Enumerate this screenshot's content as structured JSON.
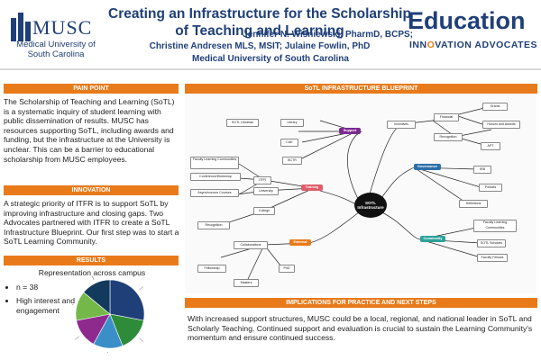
{
  "header": {
    "musc_logo_word": "MUSC",
    "musc_logo_sub": "Medical University of South Carolina",
    "title": "Creating an Infrastructure for the Scholarship of Teaching and Learning",
    "authors_line1": "Jennifer N. Wisniewski, PharmD, BCPS;",
    "authors_line2": "Christine Andresen MLS, MSIT; Julaine Fowlin, PhD",
    "affiliation": "Medical University of South Carolina",
    "edu_logo_word": "Education",
    "edu_logo_sub_a": "INN",
    "edu_logo_sub_o": "O",
    "edu_logo_sub_b": "VATION ADVOCATES"
  },
  "colors": {
    "navy": "#1f3f78",
    "orange": "#e87a1a"
  },
  "pain_point": {
    "heading": "PAIN POINT",
    "text": "The Scholarship of Teaching and Learning (SoTL) is a systematic inquiry of student learning with public dissemination of results. MUSC has resources supporting SoTL, including awards and funding, but the infrastructure at the University is unclear. This can be a barrier to educational scholarship from MUSC employees."
  },
  "innovation": {
    "heading": "INNOVATION",
    "text": "A strategic priority of ITFR is to support SoTL by improving infrastructure and closing gaps. Two Advocates partnered with ITFR to create a SoTL Infrastructure Blueprint. Our first step was to start a SoTL Learning Community."
  },
  "results": {
    "heading": "RESULTS",
    "subtitle": "Representation across campus",
    "bullets": [
      "n = 38",
      "High interest and engagement"
    ]
  },
  "blueprint": {
    "heading": "SoTL INFRASTRUCTURE BLUEPRINT",
    "hub": "SOTL Infrastructure",
    "branches": {
      "support": "Support",
      "training": "Training",
      "external": "External",
      "governance": "Governance",
      "community": "Community"
    },
    "nodes": {
      "sotl_librarian": "SOTL Librarian",
      "library": "Library",
      "cae": "CAE",
      "bctr": "BCTR",
      "incentives": "Incentives",
      "financial": "Financial",
      "grants": "Grants",
      "recognition_top": "Recognition",
      "honors": "Honors and Awards",
      "apt": "APT",
      "irb": "IRB",
      "policies": "Policies",
      "definitions": "Definitions",
      "faculty_lc_left": "Faculty Learning Communities",
      "conf_workshop": "Conference/Workshop",
      "async_courses": "Asynchronous Courses",
      "itfr": "ITFR",
      "university": "University",
      "college": "College",
      "recognition_left": "Recognition",
      "collaborations": "Collaborations",
      "fellowship": "Fellowship",
      "phd": "PhD",
      "masters": "Masters",
      "faculty_lc_right": "Faculty Learning Communities",
      "sotl_scholars": "SOTL Scholars",
      "faculty_fellows": "Faculty Fellows"
    }
  },
  "implications": {
    "heading": "IMPLICATIONS FOR PRACTICE AND NEXT STEPS",
    "text": "With increased support structures, MUSC could be a local, regional, and national leader in SoTL and Scholarly Teaching. Continued support and evaluation is crucial to sustain the Learning Community's momentum and ensure continued success."
  },
  "chart_data": {
    "type": "pie",
    "title": "Representation across campus",
    "series": [
      {
        "name": "",
        "values": [
          28,
          16,
          14,
          14,
          14,
          14
        ],
        "colors": [
          "#1f3f78",
          "#2e8b3a",
          "#3a8fc9",
          "#8e2a8e",
          "#74b84a",
          "#113a5c"
        ]
      }
    ]
  }
}
